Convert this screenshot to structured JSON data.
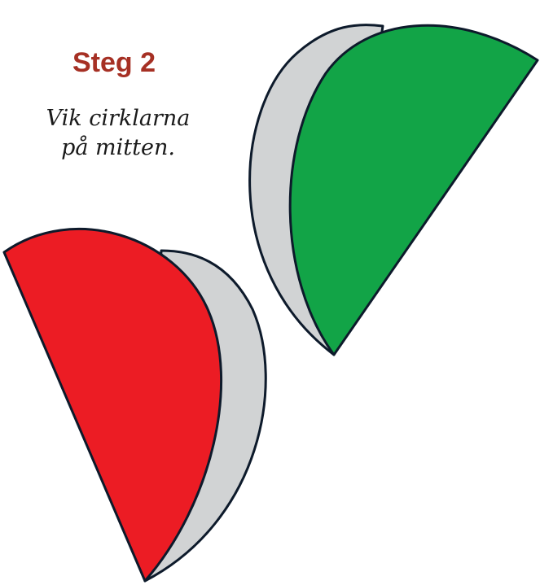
{
  "step": {
    "title": "Steg 2",
    "instruction_line1": "Vik cirklarna",
    "instruction_line2": "på mitten."
  },
  "colors": {
    "title": "#a63024",
    "red_half": "#ec1c24",
    "green_half": "#12a447",
    "back_half": "#d1d3d4",
    "outline": "#0d1a2b"
  }
}
